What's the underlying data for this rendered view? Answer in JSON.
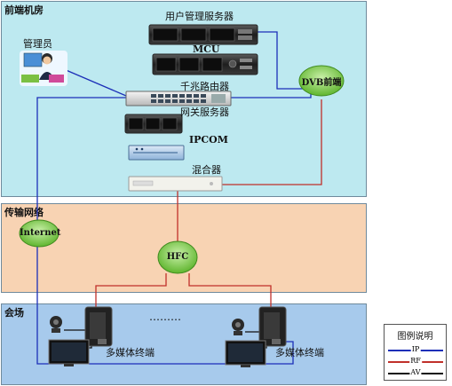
{
  "zones": {
    "frontend": {
      "title": "前端机房",
      "fill": "#bde9f0"
    },
    "transmission": {
      "title": "传输网络",
      "fill": "#f8d3b3"
    },
    "venue": {
      "title": "会场",
      "fill": "#a7caec"
    }
  },
  "devices": {
    "user_server": "用户管理服务器",
    "mcu": "MCU",
    "gigabit_router": "千兆路由器",
    "gateway_server": "网关服务器",
    "ipcom": "IPCOM",
    "mixer": "混合器",
    "admin": "管理员",
    "terminal_left": "多媒体终端",
    "terminal_right": "多媒体终端",
    "dots": "………"
  },
  "clouds": {
    "dvb": "DVB前端",
    "internet": "Internet",
    "hfc": "HFC"
  },
  "legend": {
    "title": "图例说明",
    "items": [
      {
        "label": "IP",
        "color": "#1c2fb8"
      },
      {
        "label": "RF",
        "color": "#c0302a"
      },
      {
        "label": "AV",
        "color": "#111111"
      }
    ]
  },
  "colors": {
    "ip": "#1c2fb8",
    "rf": "#c0302a",
    "av": "#111111"
  }
}
